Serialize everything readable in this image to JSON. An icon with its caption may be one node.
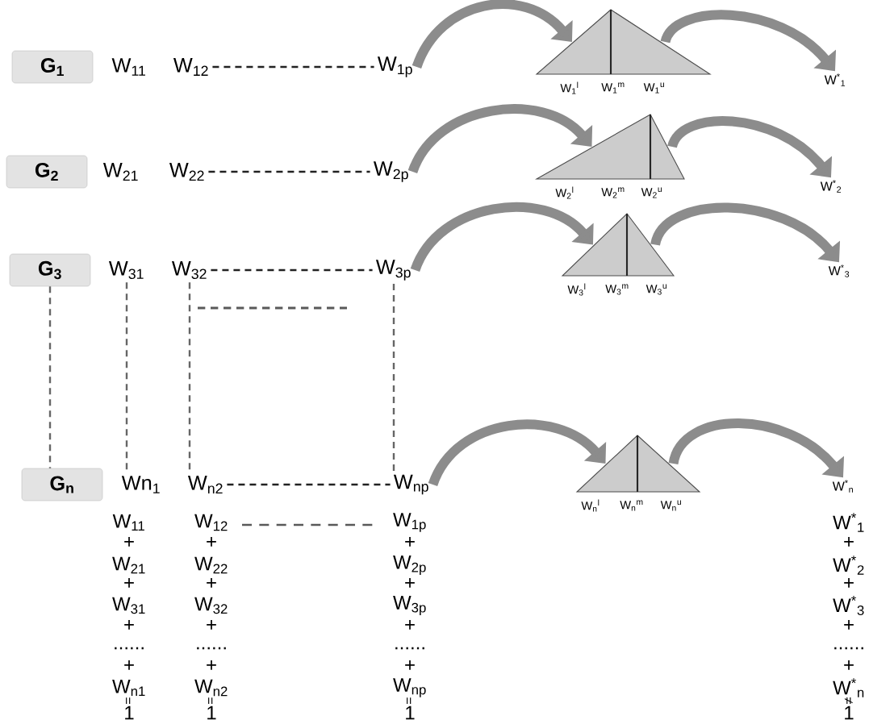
{
  "diagram": {
    "nodes": [
      {
        "text": [
          "G$_{1}$"
        ]
      },
      {
        "text": [
          "W$_{11}$"
        ]
      },
      {
        "text": [
          "W$_{12}$"
        ]
      },
      {
        "text": [
          "W$_{1p}$"
        ]
      },
      {
        "text": [],
        "shape": "triangle",
        "beside": [
          "W$_{1}$$^{l}$",
          "W$_{1}$$^{m}$",
          "W$_{1}$$^{u}$"
        ]
      },
      {
        "text": [
          "W$^{*}$$_{1}$"
        ]
      },
      {
        "text": [
          "G$_{2}$"
        ]
      },
      {
        "text": [
          "W$_{21}$"
        ]
      },
      {
        "text": [
          "W$_{22}$"
        ]
      },
      {
        "text": [
          "W$_{2p}$"
        ]
      },
      {
        "text": [],
        "shape": "triangle",
        "beside": [
          "W$_{2}$$^{l}$",
          "W$_{2}$$^{m}$",
          "W$_{2}$$^{u}$"
        ]
      },
      {
        "text": [
          "W$^{*}$$_{2}$"
        ]
      },
      {
        "text": [
          "G$_{3}$"
        ]
      },
      {
        "text": [
          "W$_{31}$"
        ]
      },
      {
        "text": [
          "W$_{32}$"
        ]
      },
      {
        "text": [
          "W$_{3p}$"
        ]
      },
      {
        "text": [],
        "shape": "triangle",
        "beside": [
          "W$_{3}$$^{l}$",
          "W$_{3}$$^{m}$",
          "W$_{3}$$^{u}$"
        ]
      },
      {
        "text": [
          "W$^{*}$$_{3}$"
        ]
      },
      {
        "text": [
          "G$_{n}$"
        ]
      },
      {
        "text": [
          "Wn$_{1}$"
        ]
      },
      {
        "text": [
          "W$_{n2}$"
        ]
      },
      {
        "text": [
          "W$_{np}$"
        ]
      },
      {
        "text": [],
        "shape": "triangle",
        "beside": [
          "W$_{n}$$^{l}$",
          "W$_{n}$$^{m}$",
          "W$_{n}$$^{u}$"
        ]
      },
      {
        "text": [
          "W$^{*}$$_{n}$"
        ]
      }
    ],
    "edges": [
      {
        "from": 2,
        "to": 3,
        "arrow": "none",
        "style": "dashed",
        "color": "#222222"
      },
      {
        "from": 3,
        "to": 4,
        "arrow": "to",
        "style": "thick"
      },
      {
        "from": 4,
        "to": 5,
        "arrow": "to",
        "style": "thick"
      },
      {
        "from": 8,
        "to": 9,
        "arrow": "none",
        "style": "dashed",
        "color": "#222222"
      },
      {
        "from": 9,
        "to": 10,
        "arrow": "to",
        "style": "thick"
      },
      {
        "from": 10,
        "to": 11,
        "arrow": "to",
        "style": "thick"
      },
      {
        "from": 14,
        "to": 15,
        "arrow": "none",
        "style": "dashed",
        "color": "#222222"
      },
      {
        "from": 15,
        "to": 16,
        "arrow": "to",
        "style": "thick"
      },
      {
        "from": 16,
        "to": 17,
        "arrow": "to",
        "style": "thick"
      },
      {
        "from": 12,
        "to": 18,
        "arrow": "none",
        "style": "dashed",
        "color": "#666666"
      },
      {
        "from": 13,
        "to": 19,
        "arrow": "none",
        "style": "dashed",
        "color": "#666666"
      },
      {
        "from": 14,
        "to": 20,
        "arrow": "none",
        "style": "dashed",
        "color": "#666666"
      },
      {
        "from": 15,
        "to": 21,
        "arrow": "none",
        "style": "dashed",
        "color": "#666666"
      },
      {
        "from": 20,
        "to": 21,
        "arrow": "none",
        "style": "dashed",
        "color": "#222222"
      },
      {
        "from": 21,
        "to": 22,
        "arrow": "to",
        "style": "thick"
      },
      {
        "from": 22,
        "to": 23,
        "arrow": "to",
        "style": "thick"
      }
    ],
    "labels": [
      "W$_{11}$",
      "W$_{12}$",
      "W$_{1p}$",
      "W$^{*}$$_{1}$",
      "+",
      "+",
      "+",
      "+",
      "W$_{21}$",
      "W$_{22}$",
      "W$_{2p}$",
      "W$^{*}$$_{2}$",
      "+",
      "+",
      "+",
      "+",
      "W$_{31}$",
      "W$_{32}$",
      "W$_{3p}$",
      "W$^{*}$$_{3}$",
      "+",
      "+",
      "+",
      "+",
      "......",
      "......",
      "......",
      "......",
      "+",
      "+",
      "+",
      "+",
      "W$_{n1}$",
      "W$_{n2}$",
      "W$_{np}$",
      "W$^{*}$$_{n}$",
      "=",
      "=",
      "=",
      "≠",
      "1",
      "1",
      "1",
      "1"
    ]
  }
}
